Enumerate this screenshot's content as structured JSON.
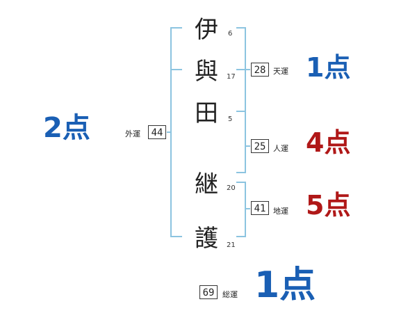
{
  "name_chars": [
    {
      "char": "伊",
      "strokes": "6"
    },
    {
      "char": "與",
      "strokes": "17"
    },
    {
      "char": "田",
      "strokes": "5"
    },
    {
      "char": "継",
      "strokes": "20"
    },
    {
      "char": "護",
      "strokes": "21"
    }
  ],
  "fortunes": {
    "ten": {
      "label": "天運",
      "value": "28",
      "score": "1点"
    },
    "jin": {
      "label": "人運",
      "value": "25",
      "score": "4点"
    },
    "chi": {
      "label": "地運",
      "value": "41",
      "score": "5点"
    },
    "gai": {
      "label": "外運",
      "value": "44",
      "score": "2点"
    },
    "sou": {
      "label": "総運",
      "value": "69",
      "score": "1点"
    }
  },
  "colors": {
    "bracket": "#8cc4e0",
    "score_blue": "#1a5fb4",
    "score_red": "#b01818",
    "text": "#222222"
  }
}
